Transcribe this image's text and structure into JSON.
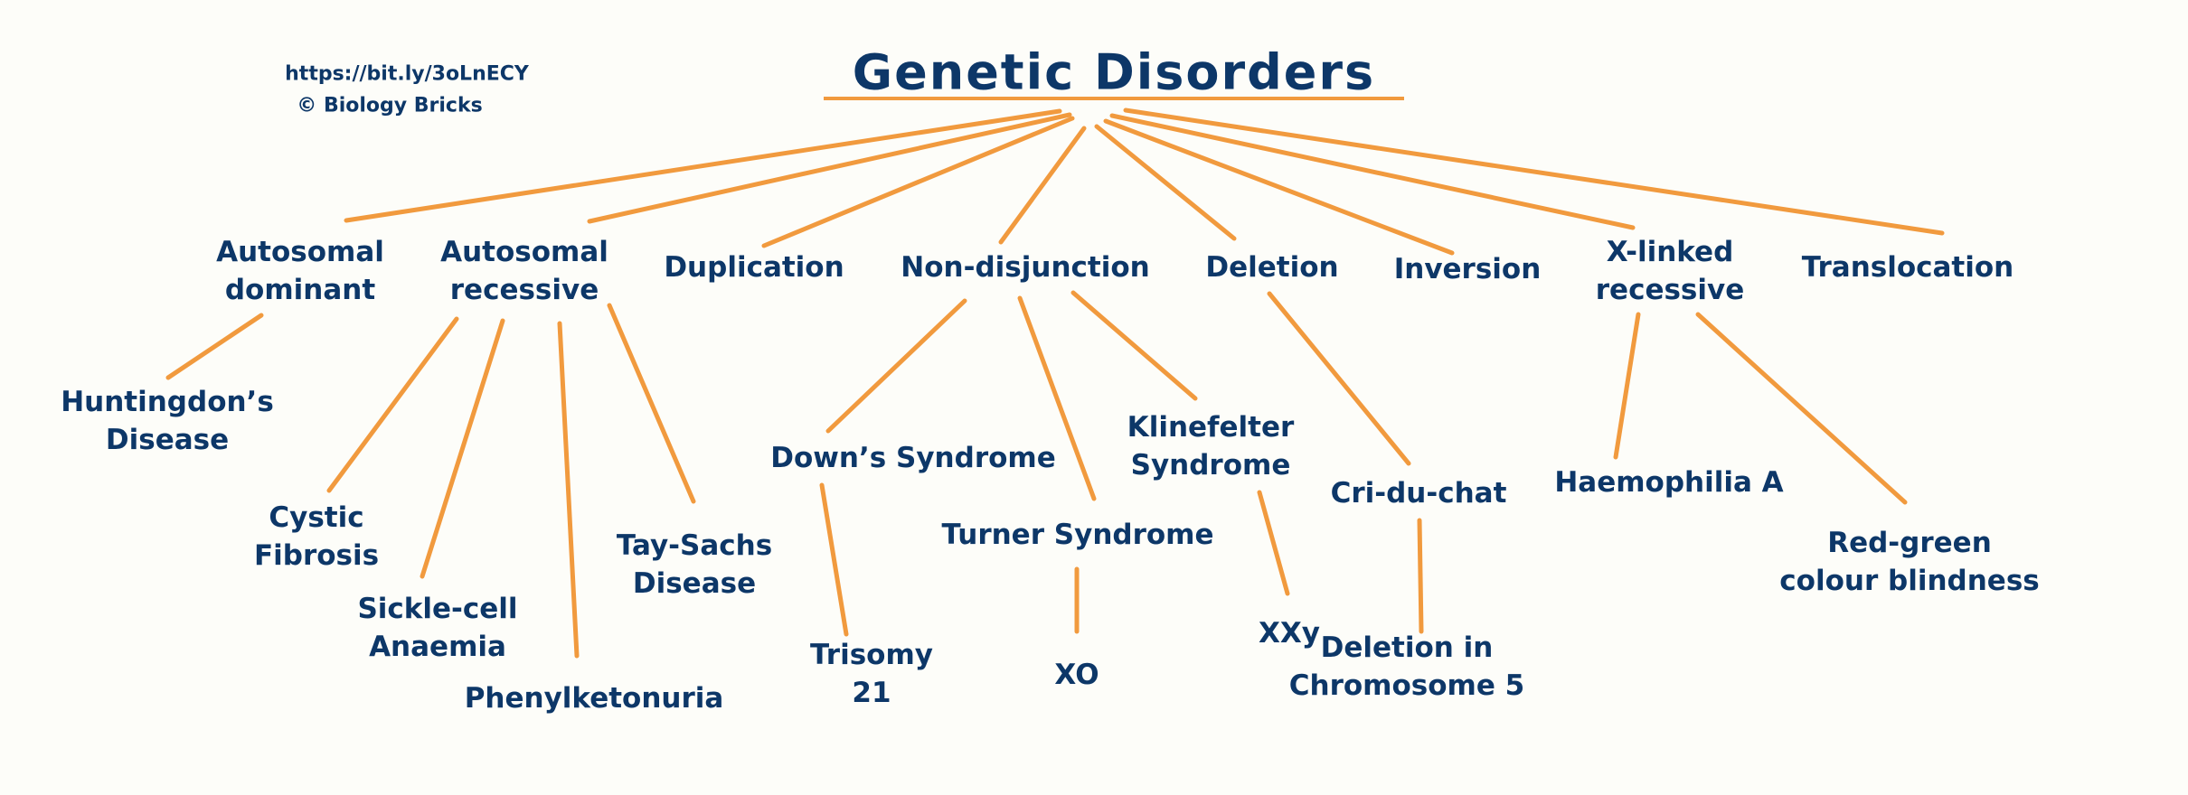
{
  "title": "Genetic Disorders",
  "credits": {
    "url": "https://bit.ly/3oLnECY",
    "copyright": "© Biology Bricks"
  },
  "colors": {
    "text": "#0d3768",
    "connector": "#f19a3e",
    "background": "#fdfdf9"
  },
  "categories": [
    {
      "id": "autosomal_dominant",
      "lines": [
        "Autosomal",
        "dominant"
      ]
    },
    {
      "id": "autosomal_recessive",
      "lines": [
        "Autosomal",
        "recessive"
      ]
    },
    {
      "id": "duplication",
      "lines": [
        "Duplication"
      ]
    },
    {
      "id": "non_disjunction",
      "lines": [
        "Non-disjunction"
      ]
    },
    {
      "id": "deletion",
      "lines": [
        "Deletion"
      ]
    },
    {
      "id": "inversion",
      "lines": [
        "Inversion"
      ]
    },
    {
      "id": "x_linked_recessive",
      "lines": [
        "X-linked",
        "recessive"
      ]
    },
    {
      "id": "translocation",
      "lines": [
        "Translocation"
      ]
    }
  ],
  "disorders": [
    {
      "id": "huntingdons",
      "parent": "autosomal_dominant",
      "lines": [
        "Huntingdon’s",
        "Disease"
      ]
    },
    {
      "id": "cystic_fibrosis",
      "parent": "autosomal_recessive",
      "lines": [
        "Cystic",
        "Fibrosis"
      ]
    },
    {
      "id": "sickle_cell",
      "parent": "autosomal_recessive",
      "lines": [
        "Sickle-cell",
        "Anaemia"
      ]
    },
    {
      "id": "phenylketonuria",
      "parent": "autosomal_recessive",
      "lines": [
        "Phenylketonuria"
      ]
    },
    {
      "id": "tay_sachs",
      "parent": "autosomal_recessive",
      "lines": [
        "Tay-Sachs",
        "Disease"
      ]
    },
    {
      "id": "downs",
      "parent": "non_disjunction",
      "lines": [
        "Down’s Syndrome"
      ]
    },
    {
      "id": "turner",
      "parent": "non_disjunction",
      "lines": [
        "Turner Syndrome"
      ]
    },
    {
      "id": "klinefelter",
      "parent": "non_disjunction",
      "lines": [
        "Klinefelter",
        "Syndrome"
      ]
    },
    {
      "id": "cri_du_chat",
      "parent": "deletion",
      "lines": [
        "Cri-du-chat"
      ]
    },
    {
      "id": "haemophilia",
      "parent": "x_linked_recessive",
      "lines": [
        "Haemophilia A"
      ]
    },
    {
      "id": "red_green",
      "parent": "x_linked_recessive",
      "lines": [
        "Red-green",
        "colour blindness"
      ]
    }
  ],
  "details": [
    {
      "id": "trisomy21",
      "parent": "downs",
      "lines": [
        "Trisomy",
        "21"
      ]
    },
    {
      "id": "xo",
      "parent": "turner",
      "lines": [
        "XO"
      ]
    },
    {
      "id": "xxy",
      "parent": "klinefelter",
      "lines": [
        "XXy"
      ]
    },
    {
      "id": "deletion_chr5",
      "parent": "cri_du_chat",
      "lines": [
        "Deletion in",
        "Chromosome 5"
      ]
    }
  ]
}
